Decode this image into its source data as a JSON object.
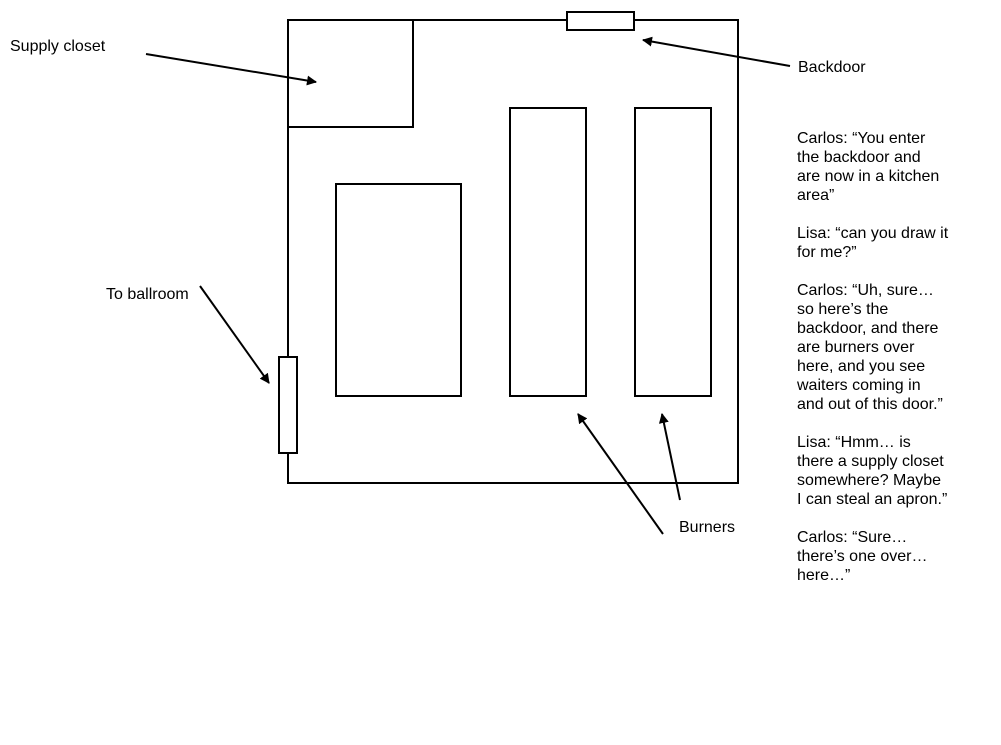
{
  "labels": {
    "supply_closet": "Supply closet",
    "backdoor": "Backdoor",
    "to_ballroom": "To ballroom",
    "burners": "Burners"
  },
  "dialogue": [
    {
      "text": "Carlos: “You enter\nthe backdoor and\nare now in a kitchen\narea”"
    },
    {
      "text": "Lisa: “can you draw it\nfor me?”"
    },
    {
      "text": "Carlos: “Uh, sure…\nso here’s the\nbackdoor, and there\nare burners over\nhere, and you see\nwaiters coming in\nand out of this door.”"
    },
    {
      "text": "Lisa: “Hmm… is\nthere a supply closet\nsomewhere?  Maybe\nI can steal an apron.”"
    },
    {
      "text": "Carlos: “Sure…\nthere’s one over…\nhere…”"
    }
  ]
}
